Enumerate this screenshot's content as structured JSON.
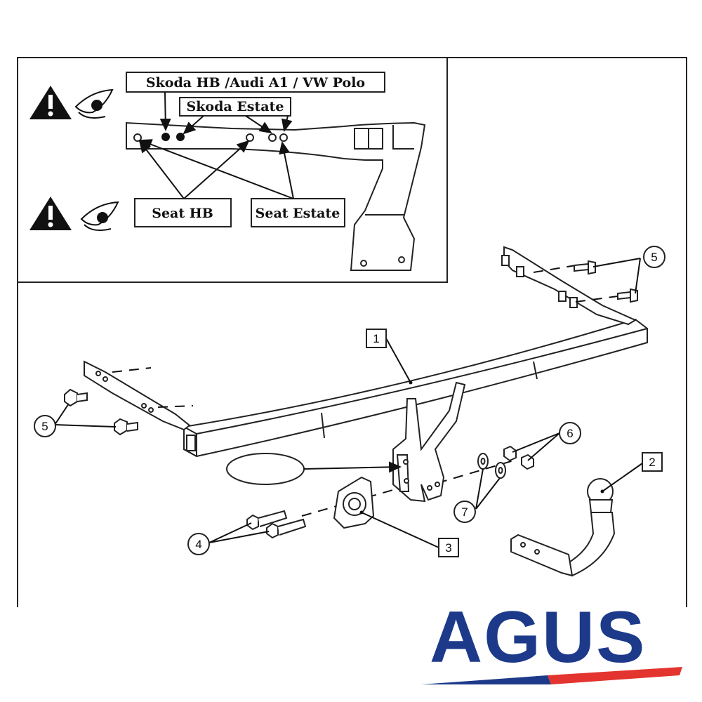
{
  "inset": {
    "labels": {
      "skoda_hb": "Skoda HB /Audi A1 / VW Polo",
      "skoda_estate": "Skoda Estate",
      "seat_hb": "Seat HB",
      "seat_estate": "Seat Estate"
    },
    "warning_icons": [
      "warning-triangle-icon",
      "eye-icon"
    ]
  },
  "callouts": {
    "main_bar": "1",
    "ball": "2",
    "socket_plate": "3",
    "long_bolts": "4",
    "bolts_left": "5",
    "bolts_right": "5",
    "nuts": "6",
    "washers": "7"
  },
  "brand": {
    "name": "AGUS",
    "colors": {
      "blue": "#1d3a8a",
      "red": "#e3342f"
    }
  }
}
